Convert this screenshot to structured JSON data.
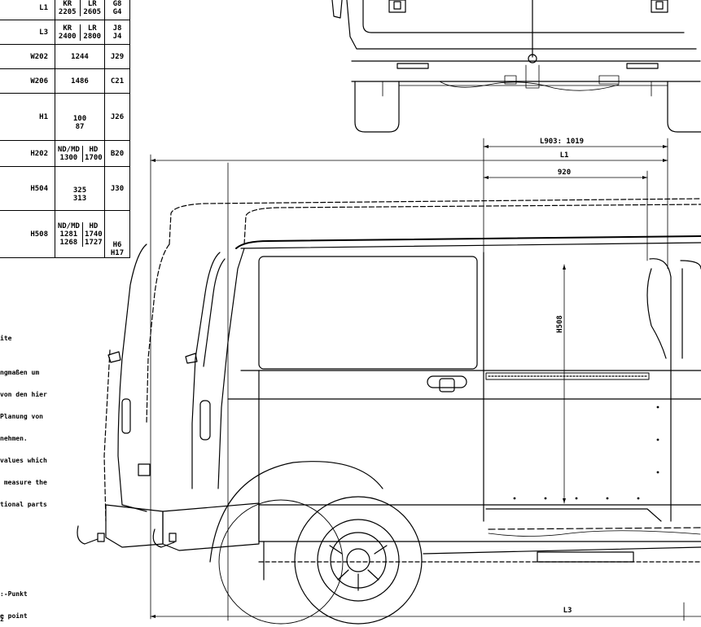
{
  "table": {
    "rows": [
      {
        "code": "L1",
        "values": [
          [
            "KR",
            "LR"
          ],
          [
            "2205",
            "2605"
          ]
        ],
        "ref": [
          "G8",
          "G4"
        ]
      },
      {
        "code": "L3",
        "values": [
          [
            "KR",
            "LR"
          ],
          [
            "2400",
            "2800"
          ]
        ],
        "ref": [
          "J8",
          "J4"
        ]
      },
      {
        "code": "W202",
        "single": "1244",
        "ref": [
          "J29"
        ]
      },
      {
        "code": "W206",
        "single": "1486",
        "ref": [
          "C21"
        ]
      },
      {
        "code": "H1",
        "single2": [
          "100",
          "87"
        ],
        "ref": [
          "J26"
        ]
      },
      {
        "code": "H202",
        "values": [
          [
            "ND/MD",
            "HD"
          ],
          [
            "1300",
            "1700"
          ]
        ],
        "ref": [
          "B20"
        ]
      },
      {
        "code": "H504",
        "single2": [
          "325",
          "313"
        ],
        "ref": [
          "J30"
        ]
      },
      {
        "code": "H508",
        "values": [
          [
            "ND/MD",
            "HD"
          ],
          [
            "1281",
            "1740"
          ],
          [
            "1268",
            "1727"
          ]
        ],
        "ref": [
          "H6",
          "H17"
        ]
      }
    ]
  },
  "notes": {
    "line1": "ite",
    "block2": [
      "ngmaßen um",
      "von den hier",
      "Planung von",
      "nehmen.",
      "values which",
      " measure the",
      "tional parts"
    ],
    "block3": [
      ":-Punkt",
      "e point"
    ],
    "block4": "z"
  },
  "dimensions": {
    "l903": "L903: 1019",
    "l1": "L1",
    "d920": "920",
    "h508": "H508",
    "l3": "L3"
  }
}
